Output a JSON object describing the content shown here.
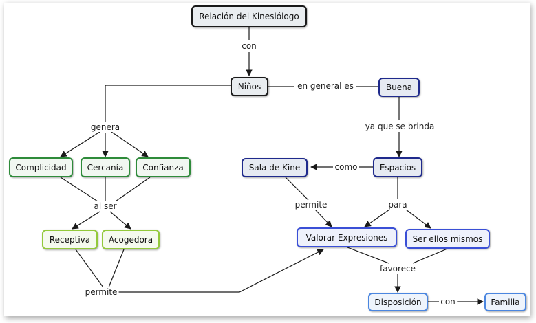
{
  "nodes": {
    "relacion": "Relación del Kinesiólogo",
    "ninos": "Niños",
    "buena": "Buena",
    "complicidad": "Complicidad",
    "cercania": "Cercanía",
    "confianza": "Confianza",
    "sala": "Sala de Kine",
    "espacios": "Espacios",
    "receptiva": "Receptiva",
    "acogedora": "Acogedora",
    "valorar": "Valorar Expresiones",
    "ser": "Ser ellos mismos",
    "disposicion": "Disposición",
    "familia": "Familia"
  },
  "links": {
    "con1": "con",
    "en_general": "en general es",
    "genera": "genera",
    "ya_que": "ya que se brinda",
    "como": "como",
    "al_ser": "al ser",
    "permite1": "permite",
    "para": "para",
    "favorece": "favorece",
    "permite2": "permite",
    "con2": "con"
  },
  "colors": {
    "black": "#1a1a1a",
    "navy": "#1f2a8c",
    "blue": "#3a4fd6",
    "light_blue": "#4a86e0",
    "green": "#2e8b3a",
    "lime": "#93c93a"
  }
}
